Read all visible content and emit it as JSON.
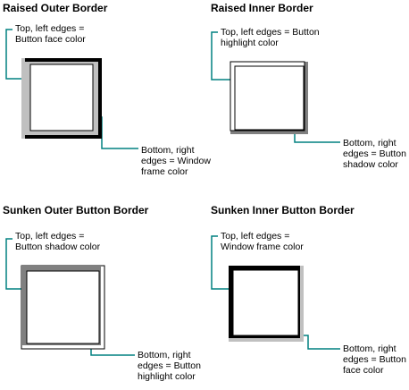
{
  "colors": {
    "button_face": "#c0c0c0",
    "button_highlight": "#ffffff",
    "button_shadow": "#808080",
    "window_frame": "#000000",
    "callout_line": "#008080"
  },
  "panels": [
    {
      "title": "Raised Outer Border",
      "top_note": [
        "Top, left edges =",
        "Button face color"
      ],
      "bottom_note": [
        "Bottom, right",
        "edges = Window",
        "frame color"
      ]
    },
    {
      "title": "Raised Inner Border",
      "top_note": [
        "Top, left edges = Button",
        "highlight color"
      ],
      "bottom_note": [
        "Bottom, right",
        "edges = Button",
        "shadow color"
      ]
    },
    {
      "title": "Sunken Outer Button Border",
      "top_note": [
        "Top, left edges =",
        "Button shadow color"
      ],
      "bottom_note": [
        "Bottom, right",
        "edges = Button",
        "highlight color"
      ]
    },
    {
      "title": "Sunken Inner Button Border",
      "top_note": [
        "Top, left edges =",
        "Window frame color"
      ],
      "bottom_note": [
        "Bottom, right",
        "edges = Button",
        "face color"
      ]
    }
  ]
}
